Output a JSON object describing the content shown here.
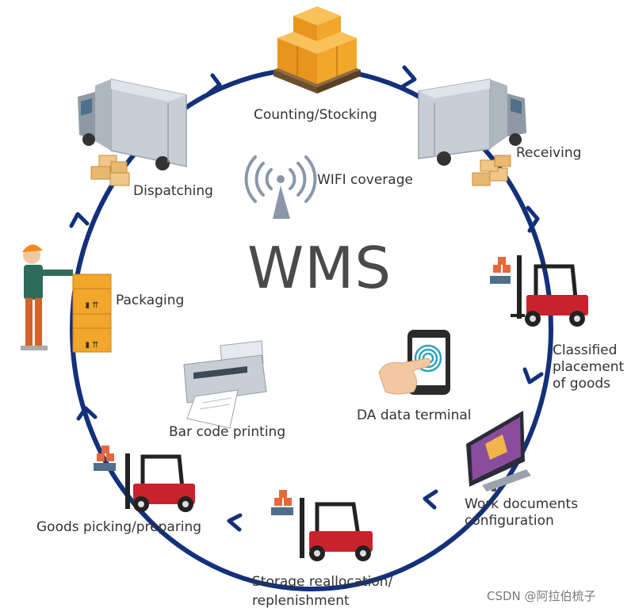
{
  "title": "WMS",
  "stages": {
    "counting": "Counting/Stocking",
    "receiving": "Receiving",
    "classified": [
      "Classified",
      "placement",
      "of goods"
    ],
    "work_docs": [
      "Work documents",
      "configuration"
    ],
    "storage": [
      "Storage reallocation/",
      "replenishment"
    ],
    "picking": "Goods picking/preparing",
    "packaging": "Packaging",
    "dispatching": "Dispatching"
  },
  "center": {
    "wifi": "WIFI coverage",
    "terminal": "DA data terminal",
    "printing": "Bar code printing"
  },
  "watermark": "CSDN @阿拉伯梳子",
  "colors": {
    "cycle": "#13307a",
    "box": "#f2a62a",
    "truck": "#c7ced6",
    "forklift": "#c8232c"
  },
  "icons": [
    "truck-icon",
    "boxes-pallet-icon",
    "forklift-icon",
    "worker-icon",
    "wifi-tower-icon",
    "printer-icon",
    "phone-touch-icon",
    "monitor-icon"
  ]
}
